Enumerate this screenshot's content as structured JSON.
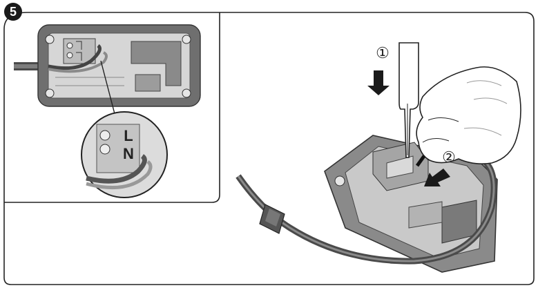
{
  "figure": {
    "step_number": "5",
    "step_marker_1": "①",
    "step_marker_2": "②",
    "terminal_label_l": "L",
    "terminal_label_n": "N",
    "colors": {
      "frame": "#222222",
      "housing": "#6f6f6f",
      "housing_light": "#a9a9a9",
      "housing_pale": "#d2d2d2",
      "cable": "#4a4a4a",
      "arrow": "#1a1a1a",
      "badge": "#1a1a1a"
    },
    "icons": [
      "step-number-badge",
      "down-arrow-icon",
      "diagonal-arrow-icon",
      "screwdriver-icon",
      "hand-icon",
      "cable-gland-icon"
    ]
  }
}
